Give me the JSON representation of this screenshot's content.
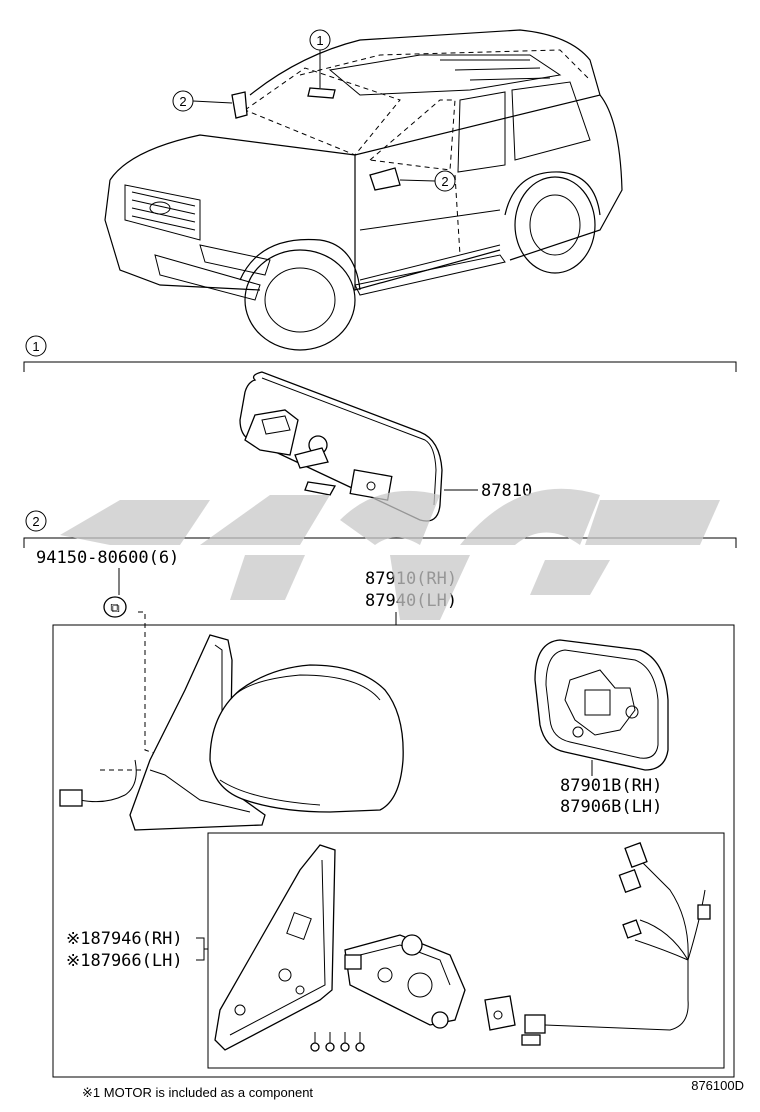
{
  "callouts": {
    "one": "1",
    "two": "2"
  },
  "sections": {
    "one_label": "1",
    "two_label": "2"
  },
  "parts": {
    "inner_mirror": "87810",
    "screw": "94150-80600(6)",
    "outer_mirror_rh": "87910(RH)",
    "outer_mirror_lh": "87940(LH)",
    "mirror_glass_rh": "87901B(RH)",
    "mirror_glass_lh": "87906B(LH)",
    "motor_sub_rh": "※187946(RH)",
    "motor_sub_lh": "※187966(LH)"
  },
  "footnote": "※1 MOTOR is included as a component",
  "diagram_code": "876100D"
}
